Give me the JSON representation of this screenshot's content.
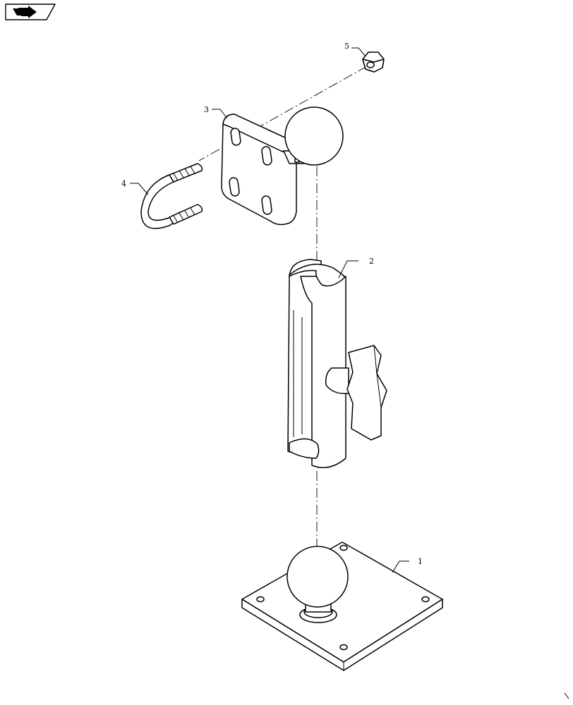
{
  "callouts": [
    {
      "id": "1",
      "label": "1"
    },
    {
      "id": "2",
      "label": "2"
    },
    {
      "id": "3",
      "label": "3"
    },
    {
      "id": "4",
      "label": "4"
    },
    {
      "id": "5",
      "label": "5"
    }
  ],
  "icons": {
    "nav": "folder-arrow-icon"
  }
}
